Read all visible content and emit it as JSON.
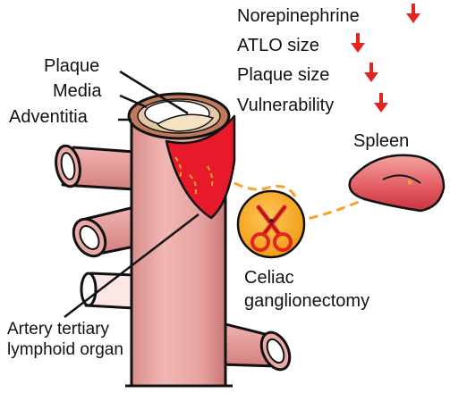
{
  "labels": {
    "plaque": "Plaque",
    "media": "Media",
    "adventitia": "Adventitia",
    "artery_tertiary_lymphoid_organ": [
      "Artery tertiary",
      "lymphoid organ"
    ],
    "celiac_ganglionectomy": [
      "Celiac",
      "ganglionectomy"
    ],
    "spleen": "Spleen"
  },
  "effects": [
    {
      "label": "Norepinephrine",
      "direction": "down"
    },
    {
      "label": "ATLO size",
      "direction": "down"
    },
    {
      "label": "Plaque size",
      "direction": "down"
    },
    {
      "label": "Vulnerability",
      "direction": "down"
    }
  ],
  "icons": {
    "intervention": "scissors-icon",
    "effect": "down-arrow-icon"
  },
  "colors": {
    "artery": "#e9a4a2",
    "artery_shadow": "#cf7d7b",
    "atlo": "#e8192a",
    "plaque": "#f5e2c2",
    "media": "#b06a4c",
    "nerve": "#f3a42a",
    "ganglion": "#f5a623",
    "spleen": "#e2535a",
    "arrow": "#e32420"
  }
}
